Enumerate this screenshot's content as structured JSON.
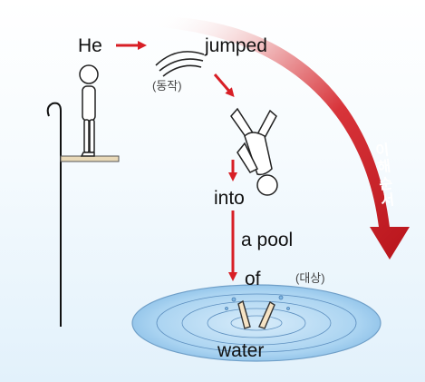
{
  "words": {
    "he": "He",
    "jumped": "jumped",
    "into": "into",
    "a_pool": "a pool",
    "of": "of",
    "water": "water"
  },
  "notes": {
    "action": "(동작)",
    "object": "(대상)"
  },
  "big_arrow_label": "이해순서",
  "colors": {
    "arrow_red": "#d81f26",
    "big_arrow_dark": "#c0181f",
    "pool_blue": "#9fcdee",
    "board": "#e9d9b8"
  }
}
